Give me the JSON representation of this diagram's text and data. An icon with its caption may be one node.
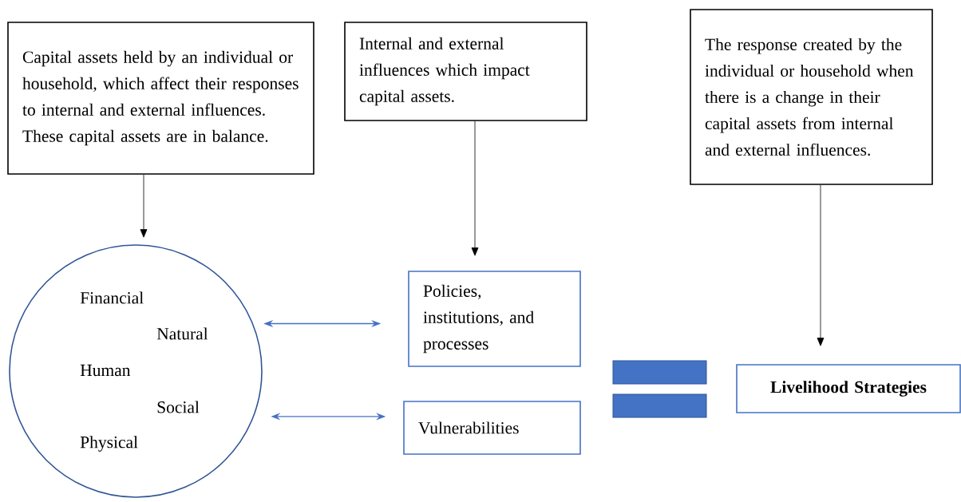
{
  "diagram": {
    "nodes": [
      {
        "text": [
          "Capital assets held by an individual or household, which affect their responses to internal and external influences. These capital assets are in balance."
        ]
      },
      {
        "text": [
          "Internal and external influences which impact capital assets."
        ]
      },
      {
        "text": [
          "The response created by the individual or household when there is a change in their capital assets from internal and external influences."
        ]
      },
      {
        "text": [
          "Financial",
          "Natural",
          "Human",
          "Social",
          "Physical"
        ]
      },
      {
        "text": [
          "Policies, institutions, and processes"
        ]
      },
      {
        "text": [
          "Vulnerabilities"
        ]
      },
      {
        "text": [
          "Livelihood Strategies"
        ]
      }
    ],
    "edges": [
      {
        "from": 0,
        "to": 3,
        "arrow": "to"
      },
      {
        "from": 1,
        "to": 4,
        "arrow": "to"
      },
      {
        "from": 2,
        "to": 6,
        "arrow": "to"
      },
      {
        "from": 3,
        "to": 4,
        "arrow": "both",
        "color": "#4472c4"
      },
      {
        "from": 3,
        "to": 5,
        "arrow": "both",
        "color": "#4472c4"
      }
    ]
  }
}
